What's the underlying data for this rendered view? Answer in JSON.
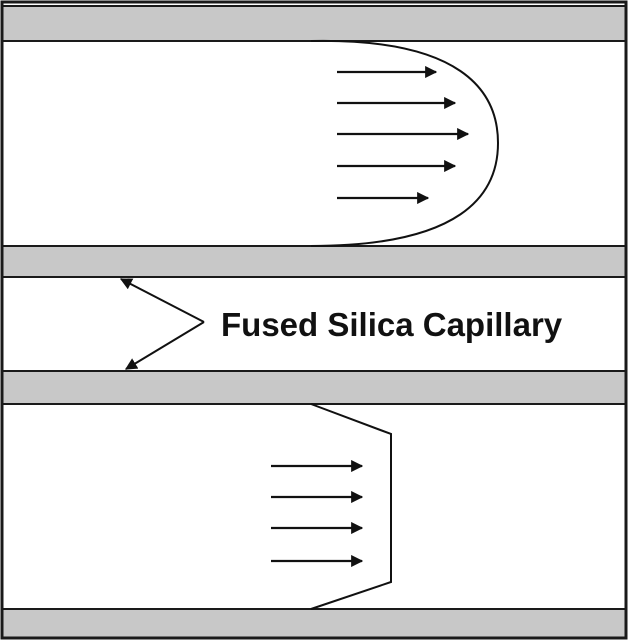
{
  "diagram": {
    "label": "Fused Silica Capillary",
    "colors": {
      "wall": "#c8c8c8",
      "line": "#111111",
      "background": "#ffffff"
    },
    "panels": [
      {
        "profile": "parabolic",
        "arrow_count": 5
      },
      {
        "profile": "plug",
        "arrow_count": 4
      }
    ]
  }
}
